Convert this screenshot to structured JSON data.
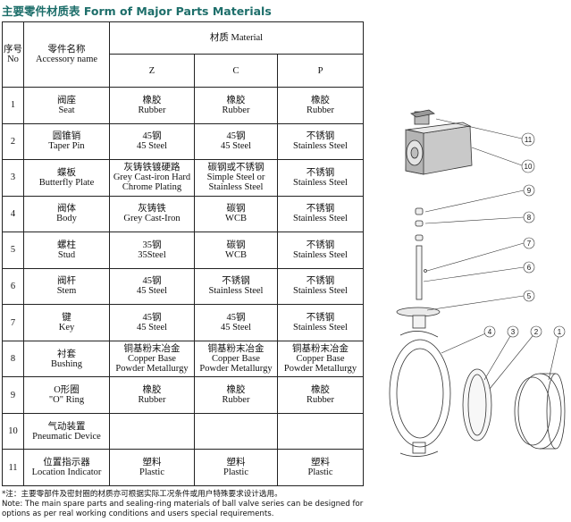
{
  "title": "主要零件材质表  Form of Major Parts Materials",
  "header": {
    "no_cn": "序号",
    "no_en": "No",
    "name_cn": "零件名称",
    "name_en": "Accessory name",
    "material_title": "材质 Material",
    "col_z": "Z",
    "col_c": "C",
    "col_p": "P"
  },
  "rows": [
    {
      "no": "1",
      "name_cn": "阀座",
      "name_en": "Seat",
      "z": [
        "橡胶",
        "Rubber"
      ],
      "c": [
        "橡胶",
        "Rubber"
      ],
      "p": [
        "橡胶",
        "Rubber"
      ]
    },
    {
      "no": "2",
      "name_cn": "圆锥销",
      "name_en": "Taper Pin",
      "z": [
        "45钢",
        "45 Steel"
      ],
      "c": [
        "45钢",
        "45 Steel"
      ],
      "p": [
        "不锈钢",
        "Stainless Steel"
      ]
    },
    {
      "no": "3",
      "name_cn": "蝶板",
      "name_en": "Butterfly Plate",
      "z": [
        "灰铸铁镀硬路",
        "Grey Cast-iron Hard",
        "Chrome Plating"
      ],
      "c": [
        "碳钢或不锈钢",
        "Simple Steel or",
        "Stainless Steel"
      ],
      "p": [
        "不锈钢",
        "Stainless Steel"
      ]
    },
    {
      "no": "4",
      "name_cn": "阀体",
      "name_en": "Body",
      "z": [
        "灰铸铁",
        "Grey Cast-Iron"
      ],
      "c": [
        "碳钢",
        "WCB"
      ],
      "p": [
        "不锈钢",
        "Stainless Steel"
      ]
    },
    {
      "no": "5",
      "name_cn": "螺柱",
      "name_en": "Stud",
      "z": [
        "35钢",
        "35Steel"
      ],
      "c": [
        "碳钢",
        "WCB"
      ],
      "p": [
        "不锈钢",
        "Stainless Steel"
      ]
    },
    {
      "no": "6",
      "name_cn": "阀杆",
      "name_en": "Stem",
      "z": [
        "45钢",
        "45 Steel"
      ],
      "c": [
        "不锈钢",
        "Stainless Steel"
      ],
      "p": [
        "不锈钢",
        "Stainless Steel"
      ]
    },
    {
      "no": "7",
      "name_cn": "键",
      "name_en": "Key",
      "z": [
        "45钢",
        "45 Steel"
      ],
      "c": [
        "45钢",
        "45 Steel"
      ],
      "p": [
        "不锈钢",
        "Stainless Steel"
      ]
    },
    {
      "no": "8",
      "name_cn": "衬套",
      "name_en": "Bushing",
      "z": [
        "铜基粉末冶金",
        "Copper Base",
        "Powder Metallurgy"
      ],
      "c": [
        "铜基粉末冶金",
        "Copper Base",
        "Powder Metallurgy"
      ],
      "p": [
        "铜基粉末冶金",
        "Copper Base",
        "Powder Metallurgy"
      ]
    },
    {
      "no": "9",
      "name_cn": "O形圈",
      "name_en": "\"O\" Ring",
      "z": [
        "橡胶",
        "Rubber"
      ],
      "c": [
        "橡胶",
        "Rubber"
      ],
      "p": [
        "橡胶",
        "Rubber"
      ]
    },
    {
      "no": "10",
      "name_cn": "气动装置",
      "name_en": "Pneumatic Device",
      "z": [],
      "c": [],
      "p": []
    },
    {
      "no": "11",
      "name_cn": "位置指示器",
      "name_en": "Location Indicator",
      "z": [
        "塑料",
        "Plastic"
      ],
      "c": [
        "塑料",
        "Plastic"
      ],
      "p": [
        "塑料",
        "Plastic"
      ]
    }
  ],
  "note": {
    "cn": "*注：主要零部件及密封圈的材质亦可根据实际工况条件或用户特殊要求设计选用。",
    "en1": "Note: The main spare parts and sealing-ring materials of ball valve series can be designed for",
    "en2": "options as per real working conditions and users special requirements."
  },
  "callouts": [
    "11",
    "10",
    "9",
    "8",
    "7",
    "6",
    "5",
    "4",
    "3",
    "2",
    "1"
  ],
  "colors": {
    "title": "#1d6e6a",
    "lines": "#222222"
  }
}
